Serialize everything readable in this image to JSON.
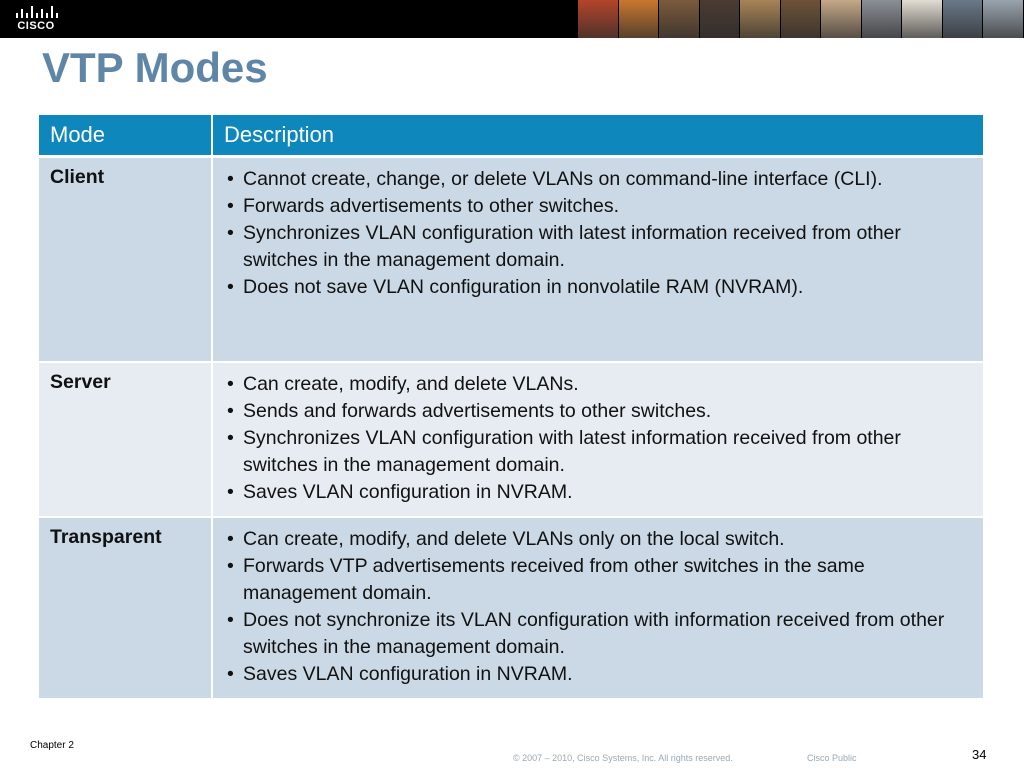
{
  "header": {
    "logo_text": "CISCO",
    "brand_color": "#000000",
    "photo_colors": [
      "#b3452a",
      "#c9782e",
      "#7b5a3c",
      "#4b3b33",
      "#a88456",
      "#6e5238",
      "#c4a888",
      "#8a8f96",
      "#e2dcd2",
      "#6a7888",
      "#9aa4ae"
    ]
  },
  "slide": {
    "title": "VTP Modes",
    "title_color": "#5f86a6"
  },
  "table": {
    "header_color": "#0e87bc",
    "headers": [
      "Mode",
      "Description"
    ],
    "rows": [
      {
        "mode": "Client",
        "items": [
          "Cannot create, change, or delete VLANs on command-line interface (CLI).",
          "Forwards advertisements to other switches.",
          "Synchronizes VLAN configuration with latest information received from other switches in the management domain.",
          "Does not save VLAN configuration in nonvolatile RAM (NVRAM)."
        ]
      },
      {
        "mode": "Server",
        "items": [
          "Can create, modify, and delete VLANs.",
          "Sends and forwards advertisements to other switches.",
          "Synchronizes VLAN configuration with latest information received from other  switches in the management domain.",
          "Saves VLAN configuration in NVRAM."
        ]
      },
      {
        "mode": "Transparent",
        "items": [
          "Can create, modify, and delete VLANs only on the local switch.",
          "Forwards VTP advertisements received from other switches in the same management domain.",
          "Does not synchronize its VLAN configuration with information received from other switches in the management domain.",
          "Saves VLAN configuration in NVRAM."
        ]
      }
    ]
  },
  "footer": {
    "chapter": "Chapter 2",
    "copyright": "© 2007 – 2010, Cisco Systems, Inc. All rights reserved.",
    "classification": "Cisco Public",
    "page_number": "34"
  }
}
